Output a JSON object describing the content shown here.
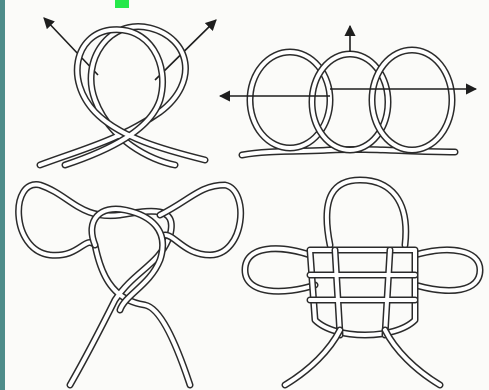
{
  "figure": {
    "kind": "knot-tying-diagram",
    "panels": [
      {
        "id": "step-1"
      },
      {
        "id": "step-2"
      },
      {
        "id": "step-3"
      },
      {
        "id": "step-4"
      }
    ]
  },
  "colors": {
    "page_background": "#4e8c8a",
    "sheet": "#fbfbf9",
    "rope_outline": "#2b2b2b",
    "rope_fill": "#ffffff",
    "arrow": "#1e1e1e",
    "marker": "#25e84a"
  },
  "icons": {
    "arrow": "direction-arrow-icon",
    "marker": "green-marker"
  }
}
